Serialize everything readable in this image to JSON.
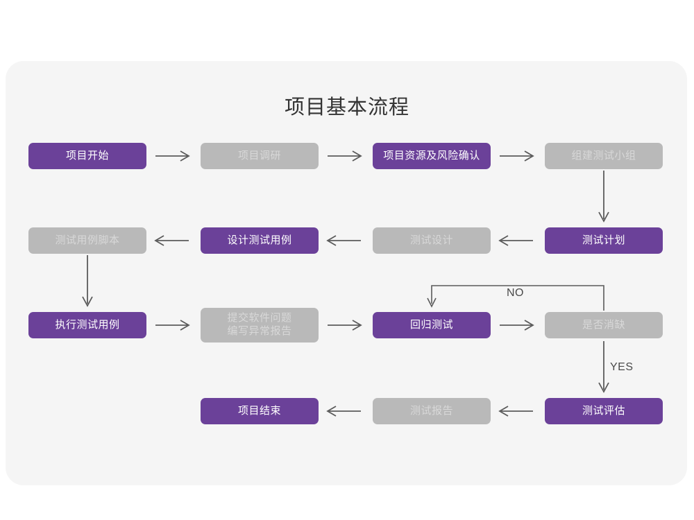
{
  "page": {
    "title": "项目基本流程",
    "background_color": "#ffffff",
    "card_color": "#f5f5f5"
  },
  "colors": {
    "purple": "#6b4199",
    "purple_text": "#ffffff",
    "gray": "#b9b9b9",
    "gray_text": "#d8d8d8",
    "arrow": "#5a5a5a",
    "title_text": "#333333",
    "label_text": "#4a4a4a"
  },
  "nodes": [
    {
      "id": "n1",
      "label": "项目开始",
      "style": "purple",
      "row": 1
    },
    {
      "id": "n2",
      "label": "项目调研",
      "style": "gray",
      "row": 1
    },
    {
      "id": "n3",
      "label": "项目资源及风险确认",
      "style": "purple",
      "row": 1
    },
    {
      "id": "n4",
      "label": "组建测试小组",
      "style": "gray",
      "row": 1
    },
    {
      "id": "n5",
      "label": "测试用例脚本",
      "style": "gray",
      "row": 2
    },
    {
      "id": "n6",
      "label": "设计测试用例",
      "style": "purple",
      "row": 2
    },
    {
      "id": "n7",
      "label": "测试设计",
      "style": "gray",
      "row": 2
    },
    {
      "id": "n8",
      "label": "测试计划",
      "style": "purple",
      "row": 2
    },
    {
      "id": "n9",
      "label": "执行测试用例",
      "style": "purple",
      "row": 3
    },
    {
      "id": "n10",
      "label": "提交软件问题\n编写异常报告",
      "style": "gray",
      "row": 3
    },
    {
      "id": "n11",
      "label": "回归测试",
      "style": "purple",
      "row": 3
    },
    {
      "id": "n12",
      "label": "是否消缺",
      "style": "gray",
      "row": 3
    },
    {
      "id": "n13",
      "label": "项目结束",
      "style": "purple",
      "row": 4
    },
    {
      "id": "n14",
      "label": "测试报告",
      "style": "gray",
      "row": 4
    },
    {
      "id": "n15",
      "label": "测试评估",
      "style": "purple",
      "row": 4
    }
  ],
  "edges": [
    {
      "from": "n1",
      "to": "n2",
      "direction": "right",
      "label": ""
    },
    {
      "from": "n2",
      "to": "n3",
      "direction": "right",
      "label": ""
    },
    {
      "from": "n3",
      "to": "n4",
      "direction": "right",
      "label": ""
    },
    {
      "from": "n4",
      "to": "n8",
      "direction": "down",
      "label": ""
    },
    {
      "from": "n8",
      "to": "n7",
      "direction": "left",
      "label": ""
    },
    {
      "from": "n7",
      "to": "n6",
      "direction": "left",
      "label": ""
    },
    {
      "from": "n6",
      "to": "n5",
      "direction": "left",
      "label": ""
    },
    {
      "from": "n5",
      "to": "n9",
      "direction": "down",
      "label": ""
    },
    {
      "from": "n9",
      "to": "n10",
      "direction": "right",
      "label": ""
    },
    {
      "from": "n10",
      "to": "n11",
      "direction": "right",
      "label": ""
    },
    {
      "from": "n11",
      "to": "n12",
      "direction": "right",
      "label": ""
    },
    {
      "from": "n12",
      "to": "n11",
      "direction": "loop-up",
      "label": "NO"
    },
    {
      "from": "n12",
      "to": "n15",
      "direction": "down",
      "label": "YES"
    },
    {
      "from": "n15",
      "to": "n14",
      "direction": "left",
      "label": ""
    },
    {
      "from": "n14",
      "to": "n13",
      "direction": "left",
      "label": ""
    }
  ],
  "edge_labels": {
    "no": "NO",
    "yes": "YES"
  }
}
